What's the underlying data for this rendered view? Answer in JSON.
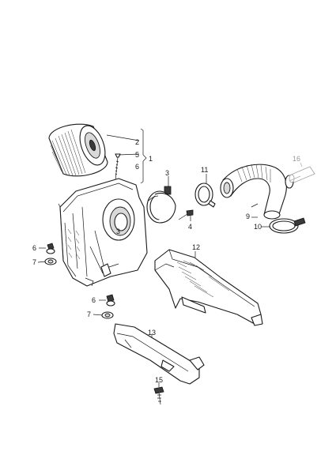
{
  "diagram": {
    "callouts": [
      {
        "id": "c1",
        "text": "1"
      },
      {
        "id": "c2",
        "text": "2"
      },
      {
        "id": "c3a",
        "text": "3"
      },
      {
        "id": "c3b",
        "text": "3"
      },
      {
        "id": "c4",
        "text": "4"
      },
      {
        "id": "c5",
        "text": "5"
      },
      {
        "id": "c6a",
        "text": "6"
      },
      {
        "id": "c6b",
        "text": "6"
      },
      {
        "id": "c6c",
        "text": "6"
      },
      {
        "id": "c7a",
        "text": "7"
      },
      {
        "id": "c7b",
        "text": "7"
      },
      {
        "id": "c9",
        "text": "9"
      },
      {
        "id": "c10",
        "text": "10"
      },
      {
        "id": "c11",
        "text": "11"
      },
      {
        "id": "c12",
        "text": "12"
      },
      {
        "id": "c13",
        "text": "13"
      },
      {
        "id": "c15",
        "text": "15"
      },
      {
        "id": "c16",
        "text": "16"
      }
    ]
  }
}
